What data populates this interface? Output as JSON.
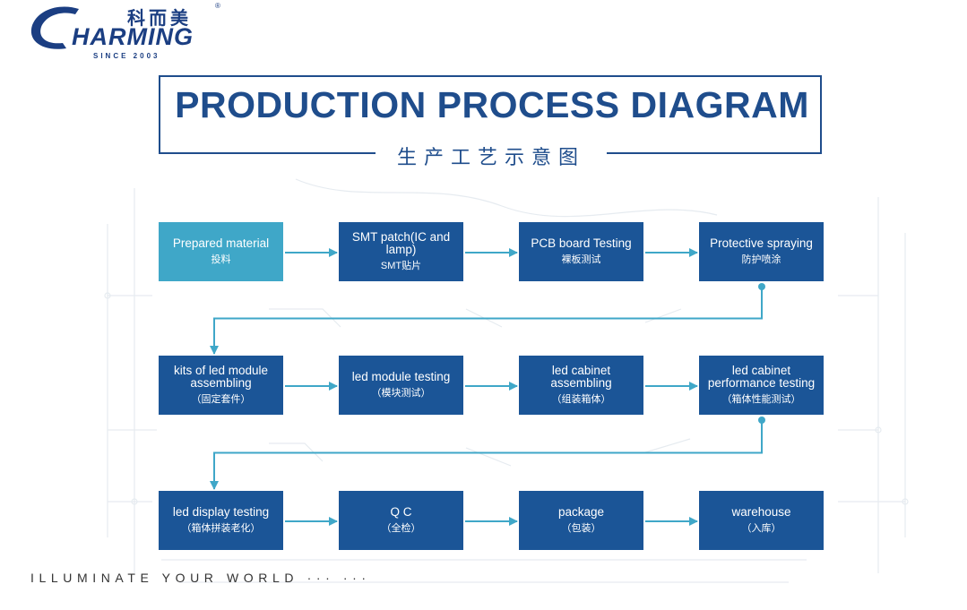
{
  "logo": {
    "cn_name": "科而美",
    "registered_mark": "®",
    "wordmark": "HARMING",
    "since": "SINCE 2003",
    "brand_color": "#1b3e82"
  },
  "title": "PRODUCTION PROCESS DIAGRAM",
  "subtitle": "生产工艺示意图",
  "colors": {
    "primary_box": "#1b5597",
    "first_box": "#3fa7c8",
    "arrow": "#3fa7c8",
    "title": "#1f4d8c"
  },
  "rows": [
    [
      {
        "en": "Prepared material",
        "cn": "投料"
      },
      {
        "en": "SMT patch(IC and lamp)",
        "cn": "SMT贴片"
      },
      {
        "en": "PCB board Testing",
        "cn": "裸板测试"
      },
      {
        "en": "Protective spraying",
        "cn": "防护喷涂"
      }
    ],
    [
      {
        "en": "kits of led module assembling",
        "cn": "（固定套件）"
      },
      {
        "en": "led module testing",
        "cn": "（模块测试）"
      },
      {
        "en": "led cabinet assembling",
        "cn": "（组装箱体）"
      },
      {
        "en": "led cabinet performance testing",
        "cn": "（箱体性能测试）"
      }
    ],
    [
      {
        "en": "led display testing",
        "cn": "（箱体拼装老化）"
      },
      {
        "en": "Q C",
        "cn": "（全检）"
      },
      {
        "en": "package",
        "cn": "（包装）"
      },
      {
        "en": "warehouse",
        "cn": "（入库）"
      }
    ]
  ],
  "tagline": "ILLUMINATE YOUR WORLD ···  ···"
}
